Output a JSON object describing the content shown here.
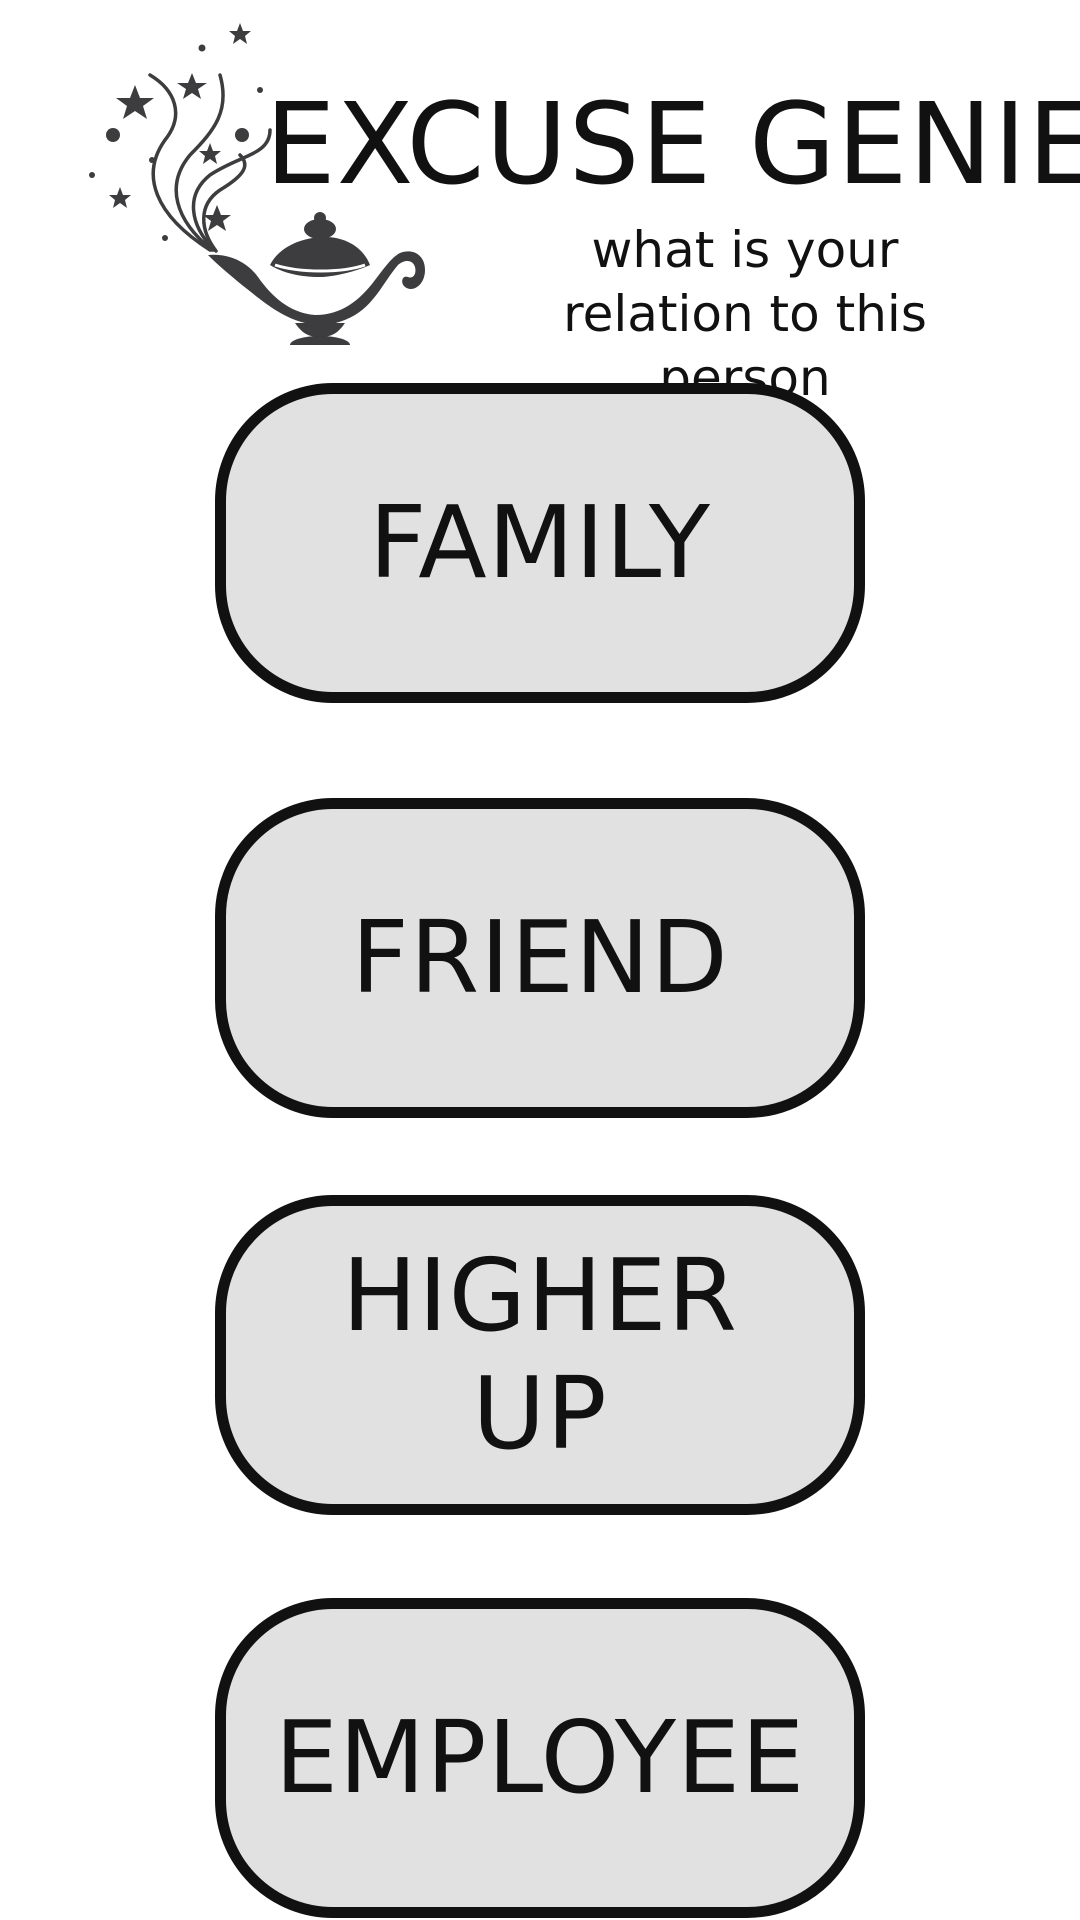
{
  "app": {
    "title": "EXCUSE GENIE",
    "subtitle": "what is your relation to this person",
    "logo_icon": "genie-lamp-icon"
  },
  "options": [
    {
      "label": "FAMILY"
    },
    {
      "label": "FRIEND"
    },
    {
      "label": "HIGHER\nUP"
    },
    {
      "label": "EMPLOYEE"
    }
  ],
  "colors": {
    "button_fill": "#e1e1e1",
    "button_border": "#111111",
    "logo": "#3d3d3f",
    "text": "#111111",
    "background": "#ffffff"
  }
}
